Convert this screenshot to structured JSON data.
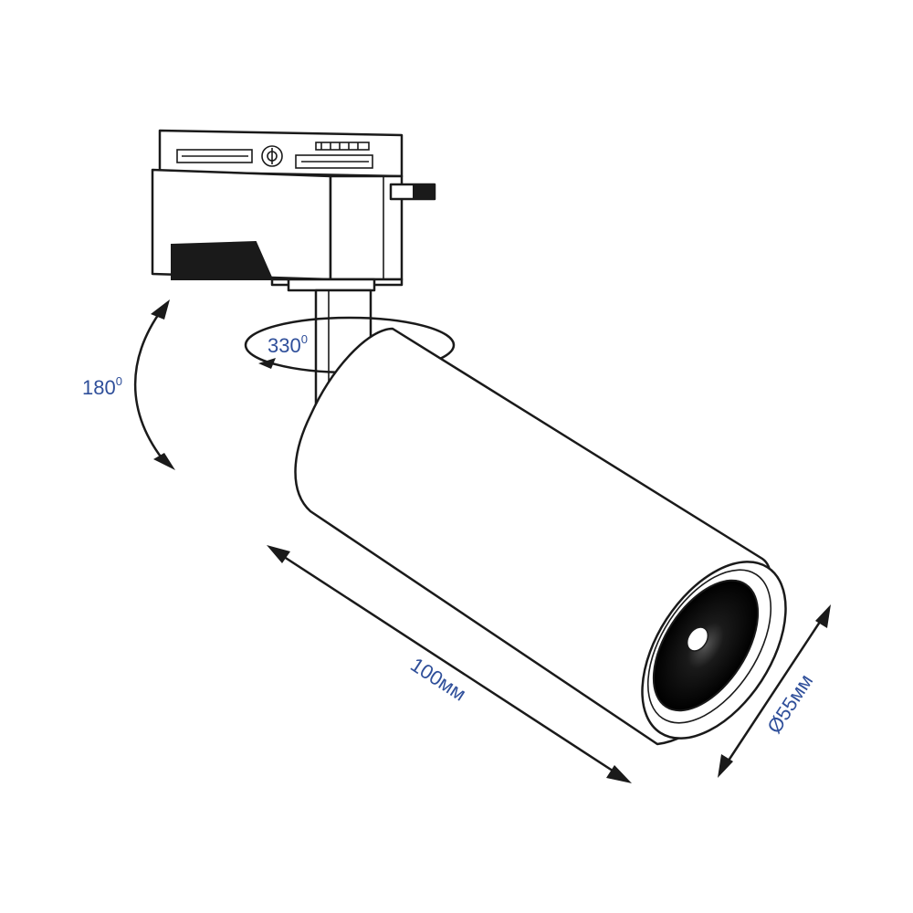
{
  "dimensions": {
    "length": "100мм",
    "diameter": "Ø55мм",
    "tilt_angle": "180",
    "rotation_angle": "330",
    "degree_mark": "0"
  },
  "colors": {
    "label": "#2f4f9a",
    "outline": "#1a1a1a",
    "fill": "#ffffff",
    "dark_fill": "#1a1a1a"
  },
  "icons": {
    "track_adapter": "track-adapter-drawing",
    "spotlight_body": "cylinder-spotlight-drawing",
    "lens": "led-lens-drawing"
  }
}
